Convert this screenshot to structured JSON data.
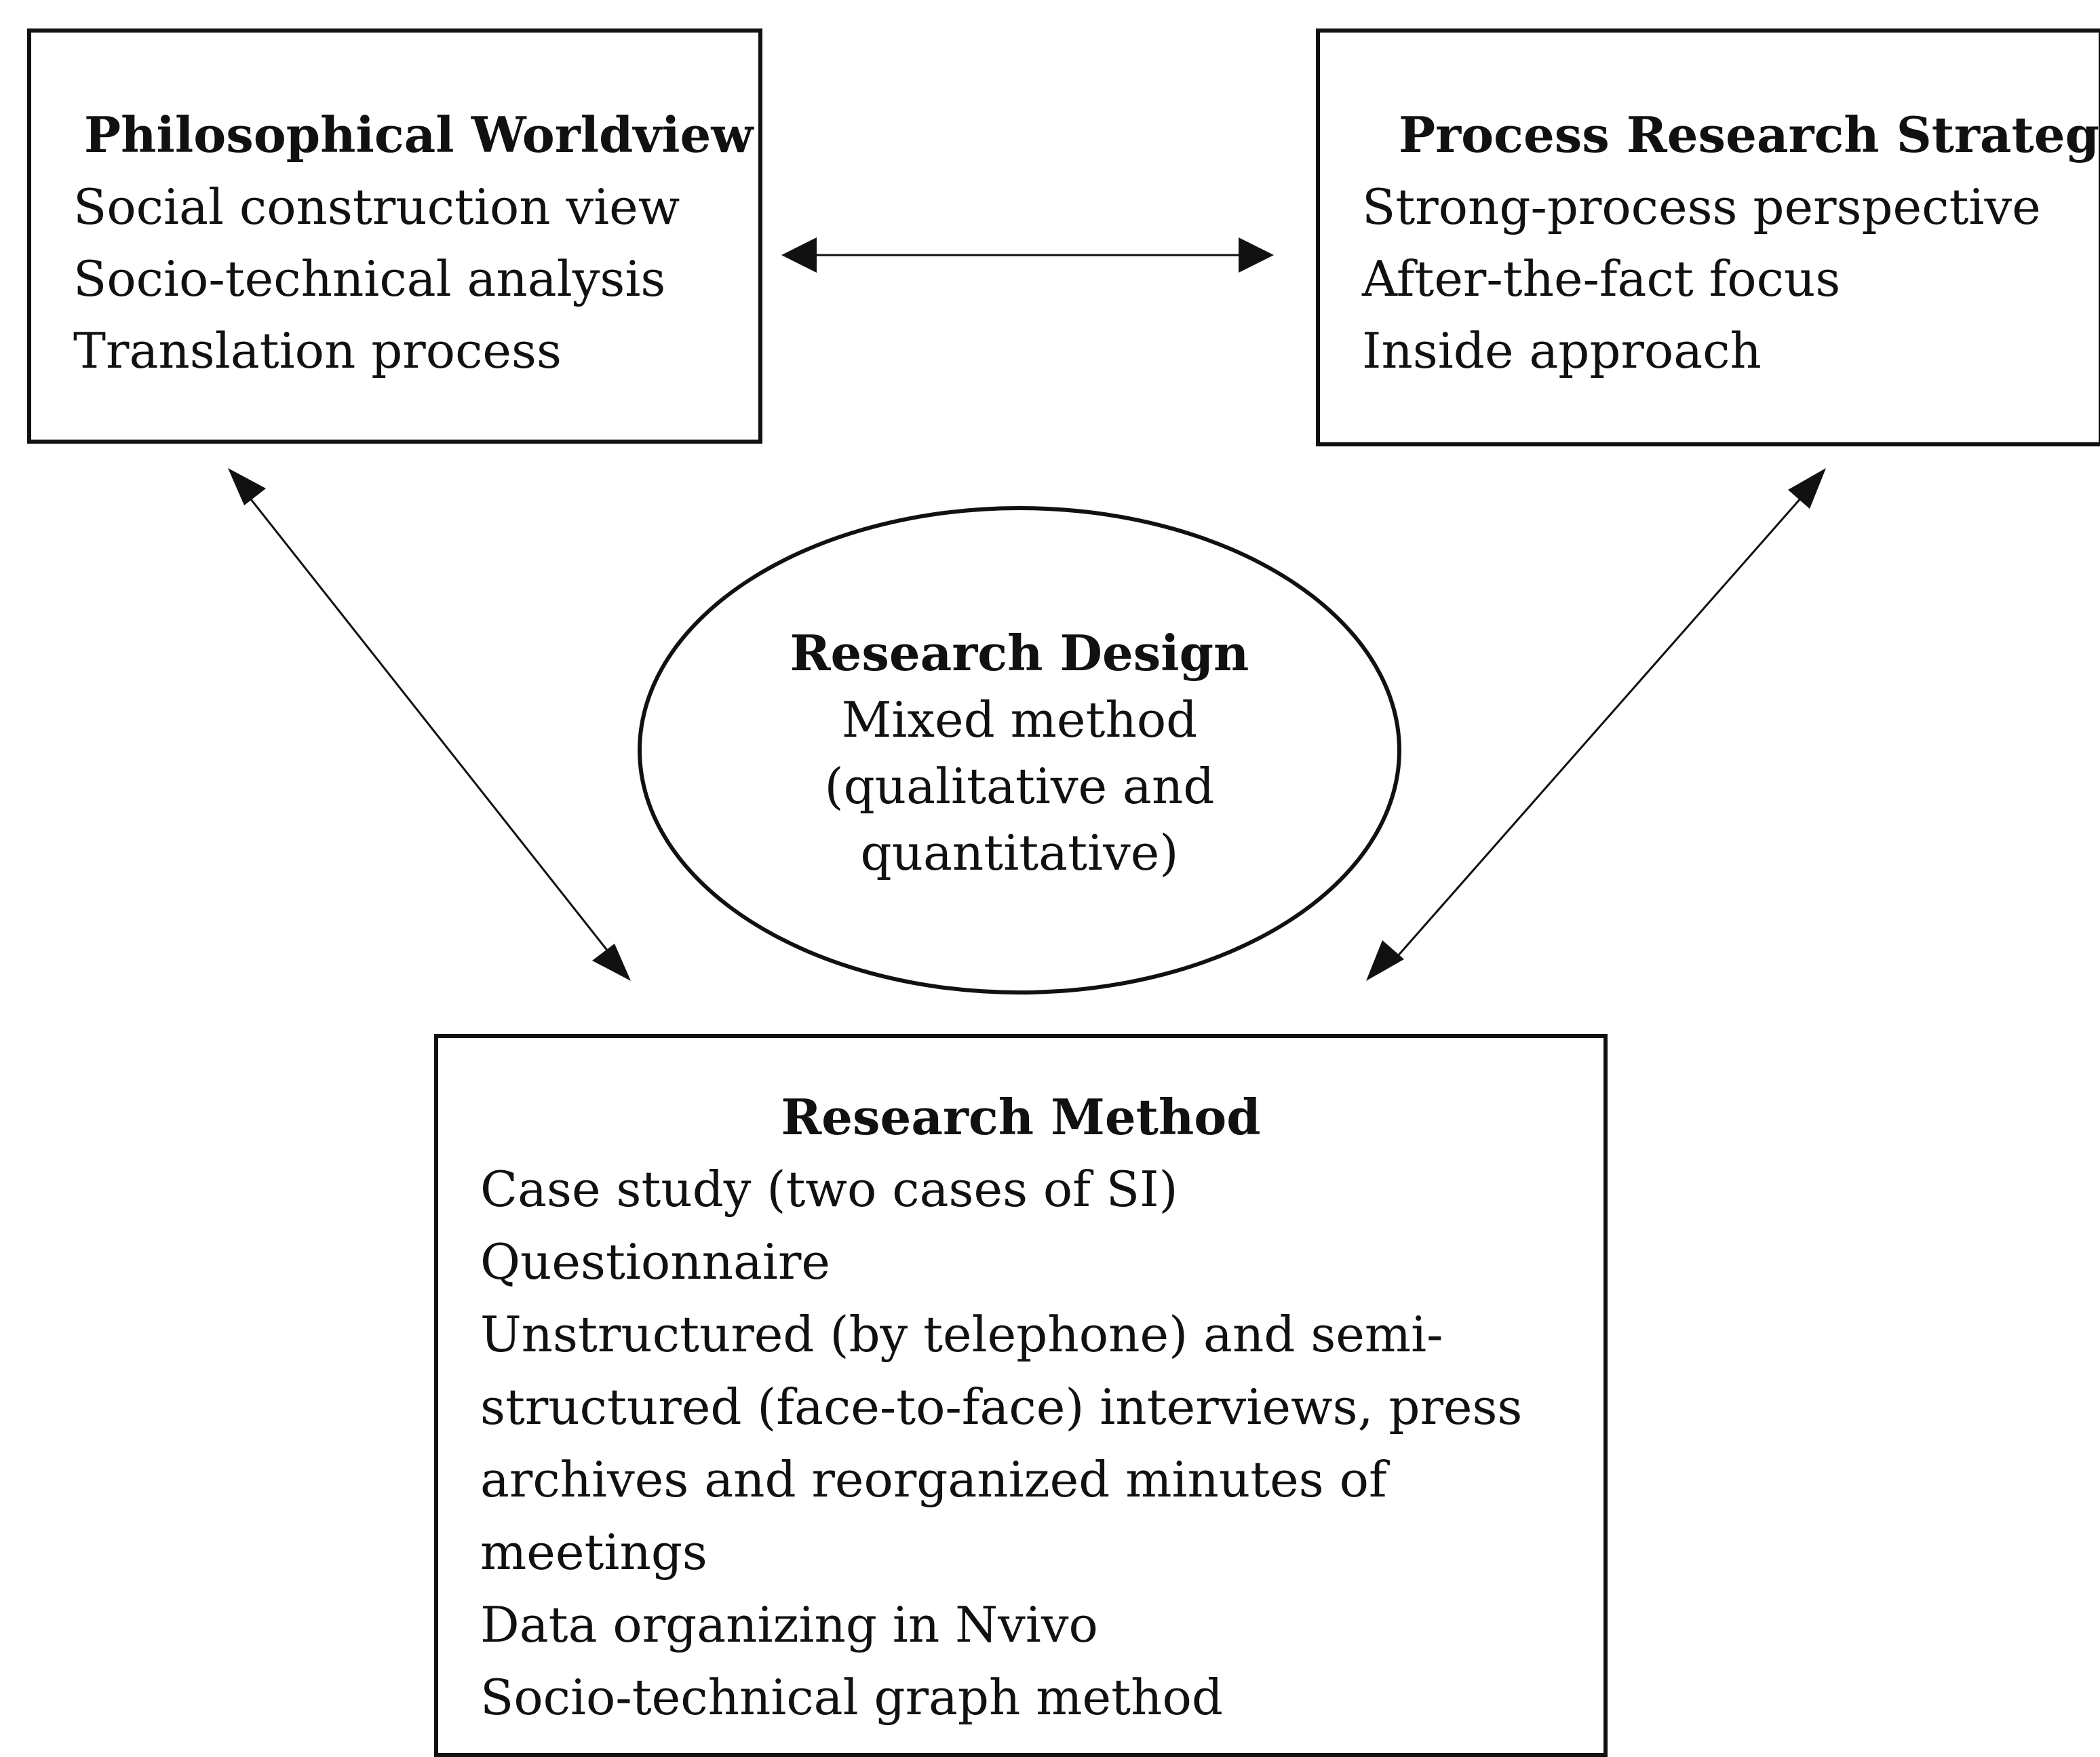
{
  "philosophical_worldview": {
    "title": "Philosophical Worldview",
    "items": [
      "Social construction view",
      "Socio-technical analysis",
      "Translation process"
    ]
  },
  "process_research_strategy": {
    "title": "Process Research Strategy",
    "items": [
      "Strong-process perspective",
      "After-the-fact focus",
      "Inside approach"
    ]
  },
  "research_design": {
    "title": "Research Design",
    "lines": [
      "Mixed method",
      "(qualitative and",
      "quantitative)"
    ]
  },
  "research_method": {
    "title": "Research Method",
    "items": [
      "Case study (two cases of SI)",
      "Questionnaire",
      "Unstructured (by telephone) and semi-",
      "structured (face-to-face) interviews, press",
      "archives and reorganized minutes of",
      "meetings",
      "Data organizing in Nvivo",
      "Socio-technical graph method"
    ]
  },
  "connections": [
    {
      "from": "Philosophical Worldview",
      "to": "Process Research Strategy",
      "direction": "bidirectional"
    },
    {
      "from": "Philosophical Worldview",
      "to": "Research Method",
      "direction": "bidirectional"
    },
    {
      "from": "Process Research Strategy",
      "to": "Research Method",
      "direction": "bidirectional"
    }
  ],
  "colors": {
    "stroke": "#111111",
    "background": "#ffffff"
  }
}
